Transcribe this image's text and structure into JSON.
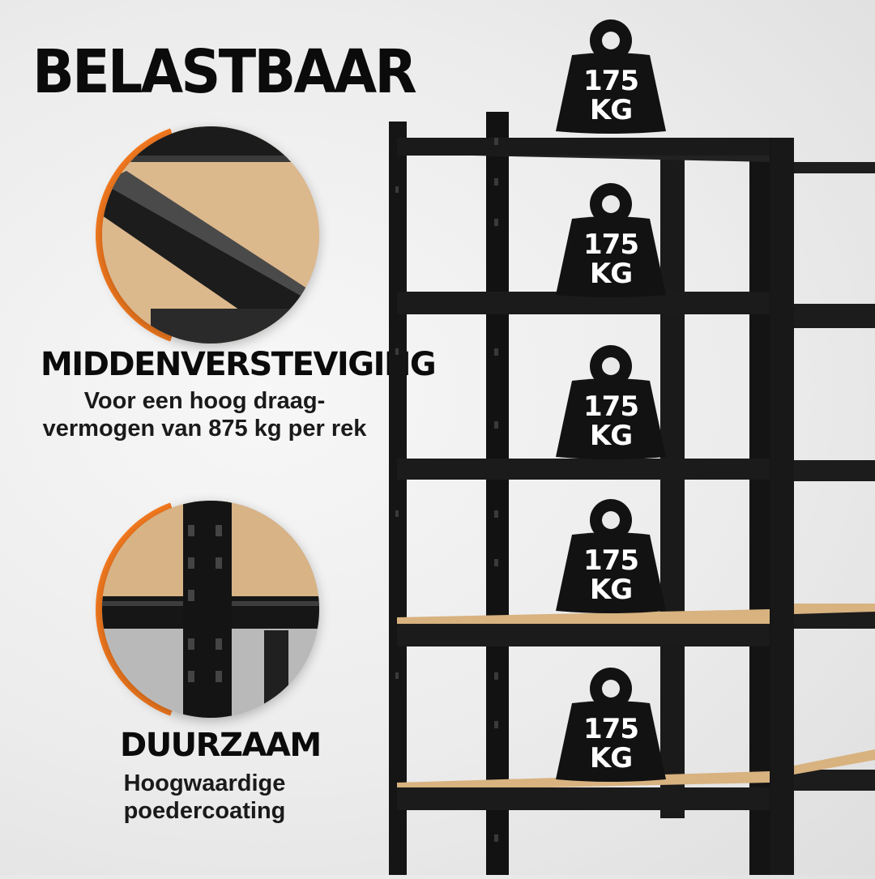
{
  "headline": "BELASTBAAR",
  "features": [
    {
      "title": "MIDDENVERSTEVIGING",
      "lines": [
        "Voor een hoog draag-",
        "vermogen van 875 kg per rek"
      ]
    },
    {
      "title": "DUURZAAM",
      "lines": [
        "Hoogwaardige",
        "poedercoating"
      ]
    }
  ],
  "weights": [
    {
      "value": "175",
      "unit": "KG"
    },
    {
      "value": "175",
      "unit": "KG"
    },
    {
      "value": "175",
      "unit": "KG"
    },
    {
      "value": "175",
      "unit": "KG"
    },
    {
      "value": "175",
      "unit": "KG"
    }
  ],
  "colors": {
    "accent": "#f47a1f",
    "rack": "#151515",
    "board": "#d8b27f",
    "text": "#0b0b0b"
  }
}
